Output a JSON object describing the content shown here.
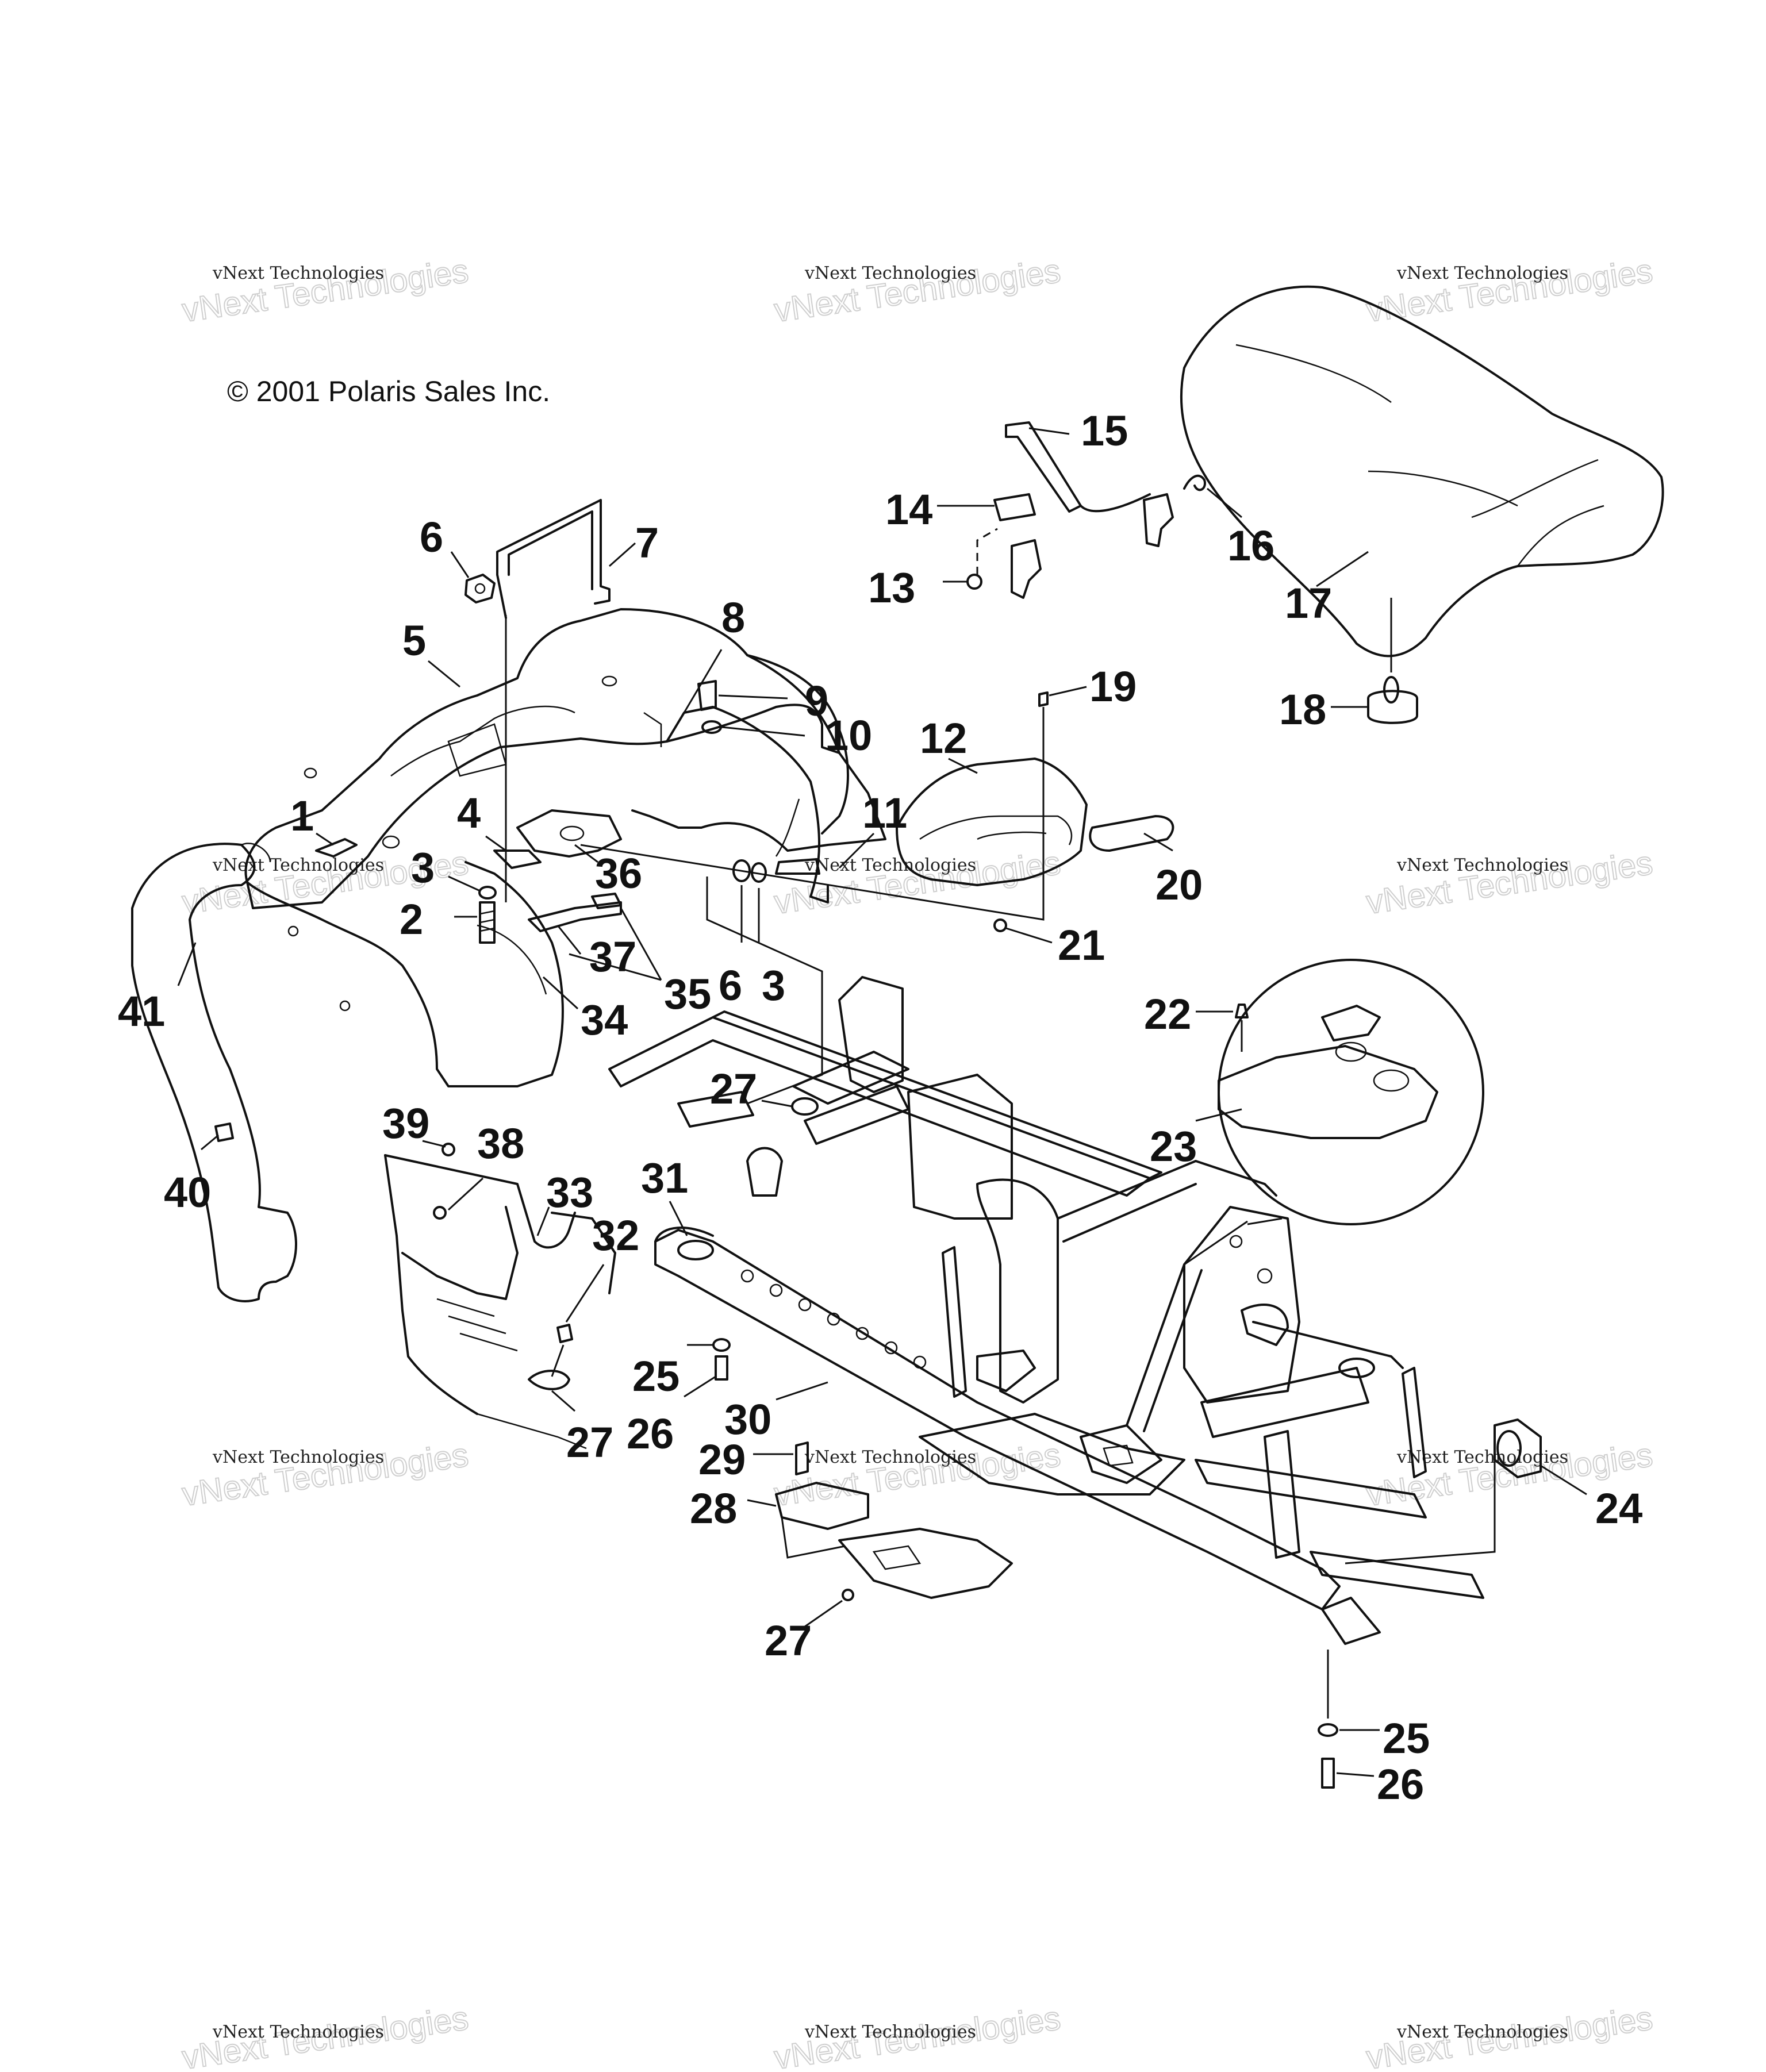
{
  "copyright": "© 2001 Polaris Sales Inc.",
  "watermark": {
    "line1": "vNext Technologies",
    "ghost": "vNext Technologies"
  },
  "callouts": [
    "1",
    "2",
    "3",
    "4",
    "5",
    "6",
    "7",
    "8",
    "9",
    "10",
    "11",
    "12",
    "13",
    "14",
    "15",
    "16",
    "17",
    "18",
    "19",
    "20",
    "21",
    "22",
    "23",
    "24",
    "25",
    "26",
    "27",
    "28",
    "29",
    "30",
    "31",
    "32",
    "33",
    "34",
    "35",
    "36",
    "37",
    "38",
    "39",
    "40",
    "41"
  ]
}
